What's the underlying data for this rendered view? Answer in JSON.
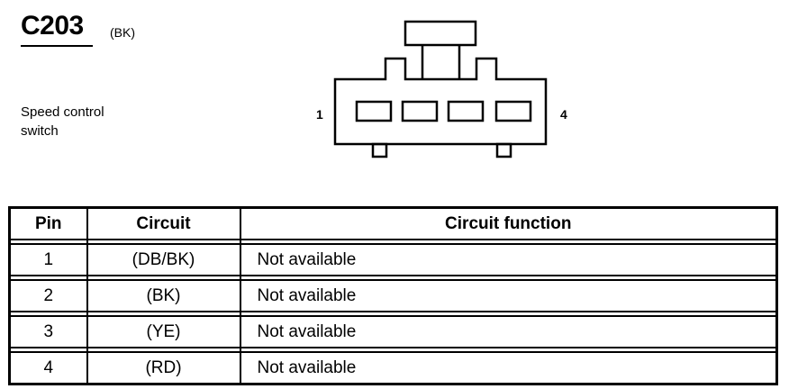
{
  "connector": {
    "id": "C203",
    "color": "(BK)",
    "component": "Speed control\nswitch",
    "pin_first": "1",
    "pin_last": "4"
  },
  "table": {
    "headers": [
      "Pin",
      "Circuit",
      "Circuit function"
    ],
    "rows": [
      {
        "pin": "1",
        "circuit": "(DB/BK)",
        "function": "Not available"
      },
      {
        "pin": "2",
        "circuit": "(BK)",
        "function": "Not available"
      },
      {
        "pin": "3",
        "circuit": "(YE)",
        "function": "Not available"
      },
      {
        "pin": "4",
        "circuit": "(RD)",
        "function": "Not available"
      }
    ]
  }
}
